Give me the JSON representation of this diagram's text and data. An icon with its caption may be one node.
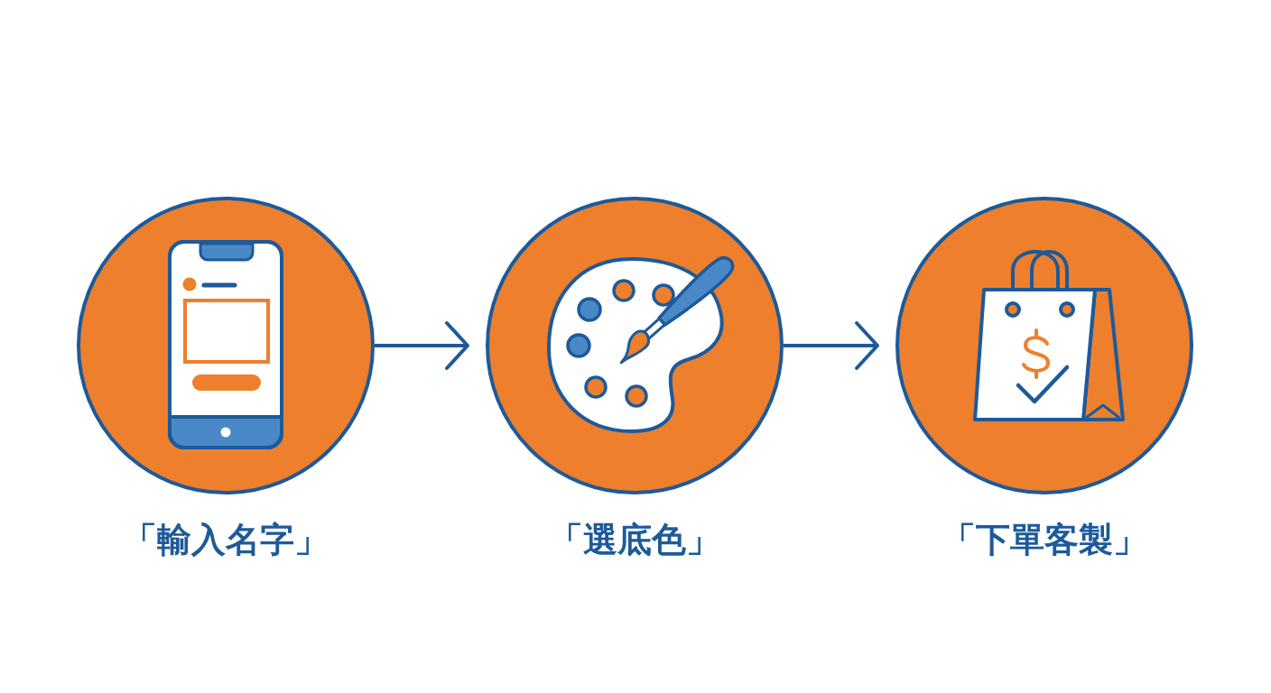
{
  "diagram": {
    "nodes": [
      {
        "text": [
          "「輸入名字」"
        ]
      },
      {
        "text": [
          "「選底色」"
        ]
      },
      {
        "text": [
          "「下單客製」"
        ]
      }
    ],
    "edges": [
      {
        "from": 0,
        "to": 1,
        "arrow": "to"
      },
      {
        "from": 1,
        "to": 2,
        "arrow": "to"
      }
    ]
  }
}
